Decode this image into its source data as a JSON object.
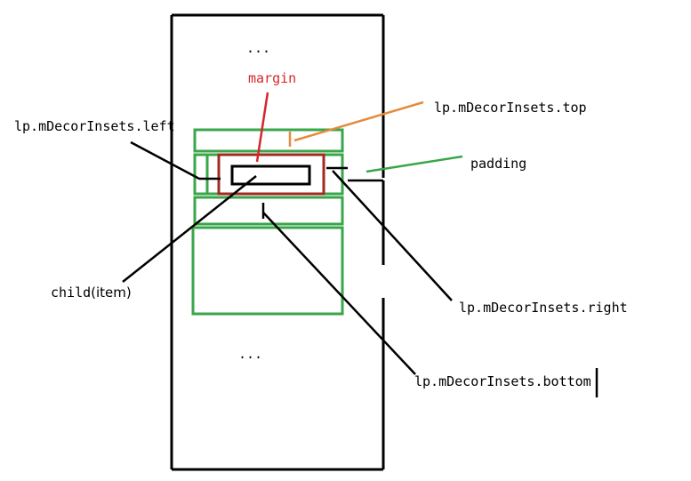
{
  "colors": {
    "black": "#000000",
    "green": "#3aa64a",
    "red": "#a12a22",
    "label_red": "#d6262b",
    "orange": "#e58b3a"
  },
  "labels": {
    "top_ellipsis": "...",
    "margin": "margin",
    "decor_top": "lp.mDecorInsets.top",
    "decor_left": "lp.mDecorInsets.left",
    "padding": "padding",
    "child_prefix": "child",
    "child_suffix": "(item)",
    "decor_right": "lp.mDecorInsets.right",
    "bottom_ellipsis": "...",
    "decor_bottom": "lp.mDecorInsets.bottom"
  }
}
